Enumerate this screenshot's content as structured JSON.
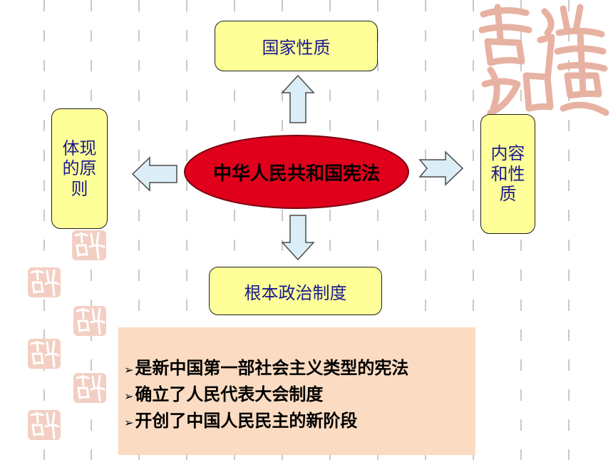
{
  "center": {
    "label": "中华人民共和国宪法"
  },
  "top_box": {
    "label": "国家性质"
  },
  "bottom_box": {
    "label": "根本政治制度"
  },
  "left_box": {
    "label": "体现的原则"
  },
  "right_box": {
    "label": "内容和性质"
  },
  "notes": {
    "bullet": "➢",
    "items": [
      "是新中国第一部社会主义类型的宪法",
      "确立了人民代表大会制度",
      "开创了中国人民民主的新阶段"
    ]
  },
  "decoration": {
    "seal_text": "吉祥如意",
    "seal_icon": "auspicious-seal-icon"
  },
  "colors": {
    "box_fill": "#ffff99",
    "box_text": "#1a1a8c",
    "center_fill": "#e0001b",
    "notes_fill": "#fbdcc2",
    "arrow_fill": "#dbeef7",
    "seal": "#e7b2a2"
  }
}
